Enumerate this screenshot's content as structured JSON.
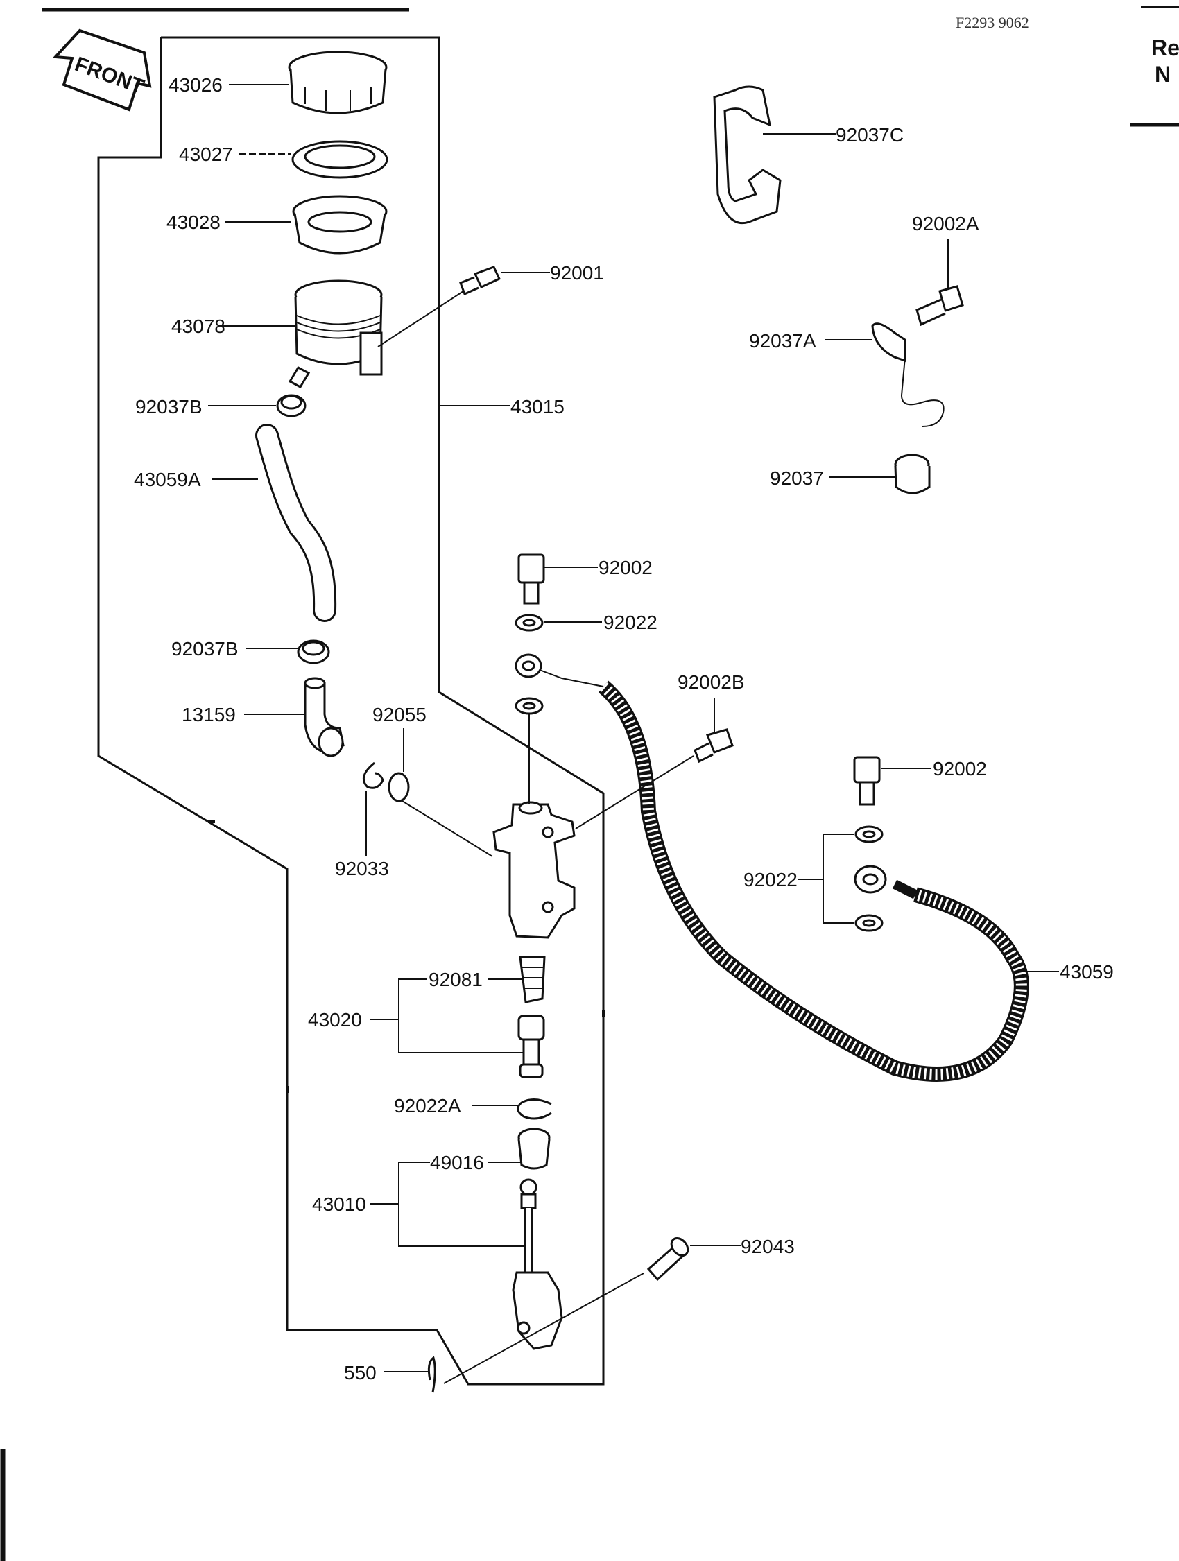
{
  "header": {
    "ref_code": "F2293 9062",
    "corner_text_1": "Re",
    "corner_text_2": "N"
  },
  "front_arrow": {
    "label": "FRONT"
  },
  "parts": {
    "p43026": "43026",
    "p43027": "43027",
    "p43028": "43028",
    "p43078": "43078",
    "p92001": "92001",
    "p92037B_top": "92037B",
    "p43015": "43015",
    "p43059A": "43059A",
    "p92037B_bot": "92037B",
    "p13159": "13159",
    "p92055": "92055",
    "p92033": "92033",
    "p92037C": "92037C",
    "p92002A": "92002A",
    "p92037A": "92037A",
    "p92037": "92037",
    "p92002_top": "92002",
    "p92022_top": "92022",
    "p92002B": "92002B",
    "p92002_right": "92002",
    "p92022_right": "92022",
    "p43059": "43059",
    "p92081": "92081",
    "p43020": "43020",
    "p92022A": "92022A",
    "p49016": "49016",
    "p43010": "43010",
    "p92043": "92043",
    "p550": "550"
  }
}
